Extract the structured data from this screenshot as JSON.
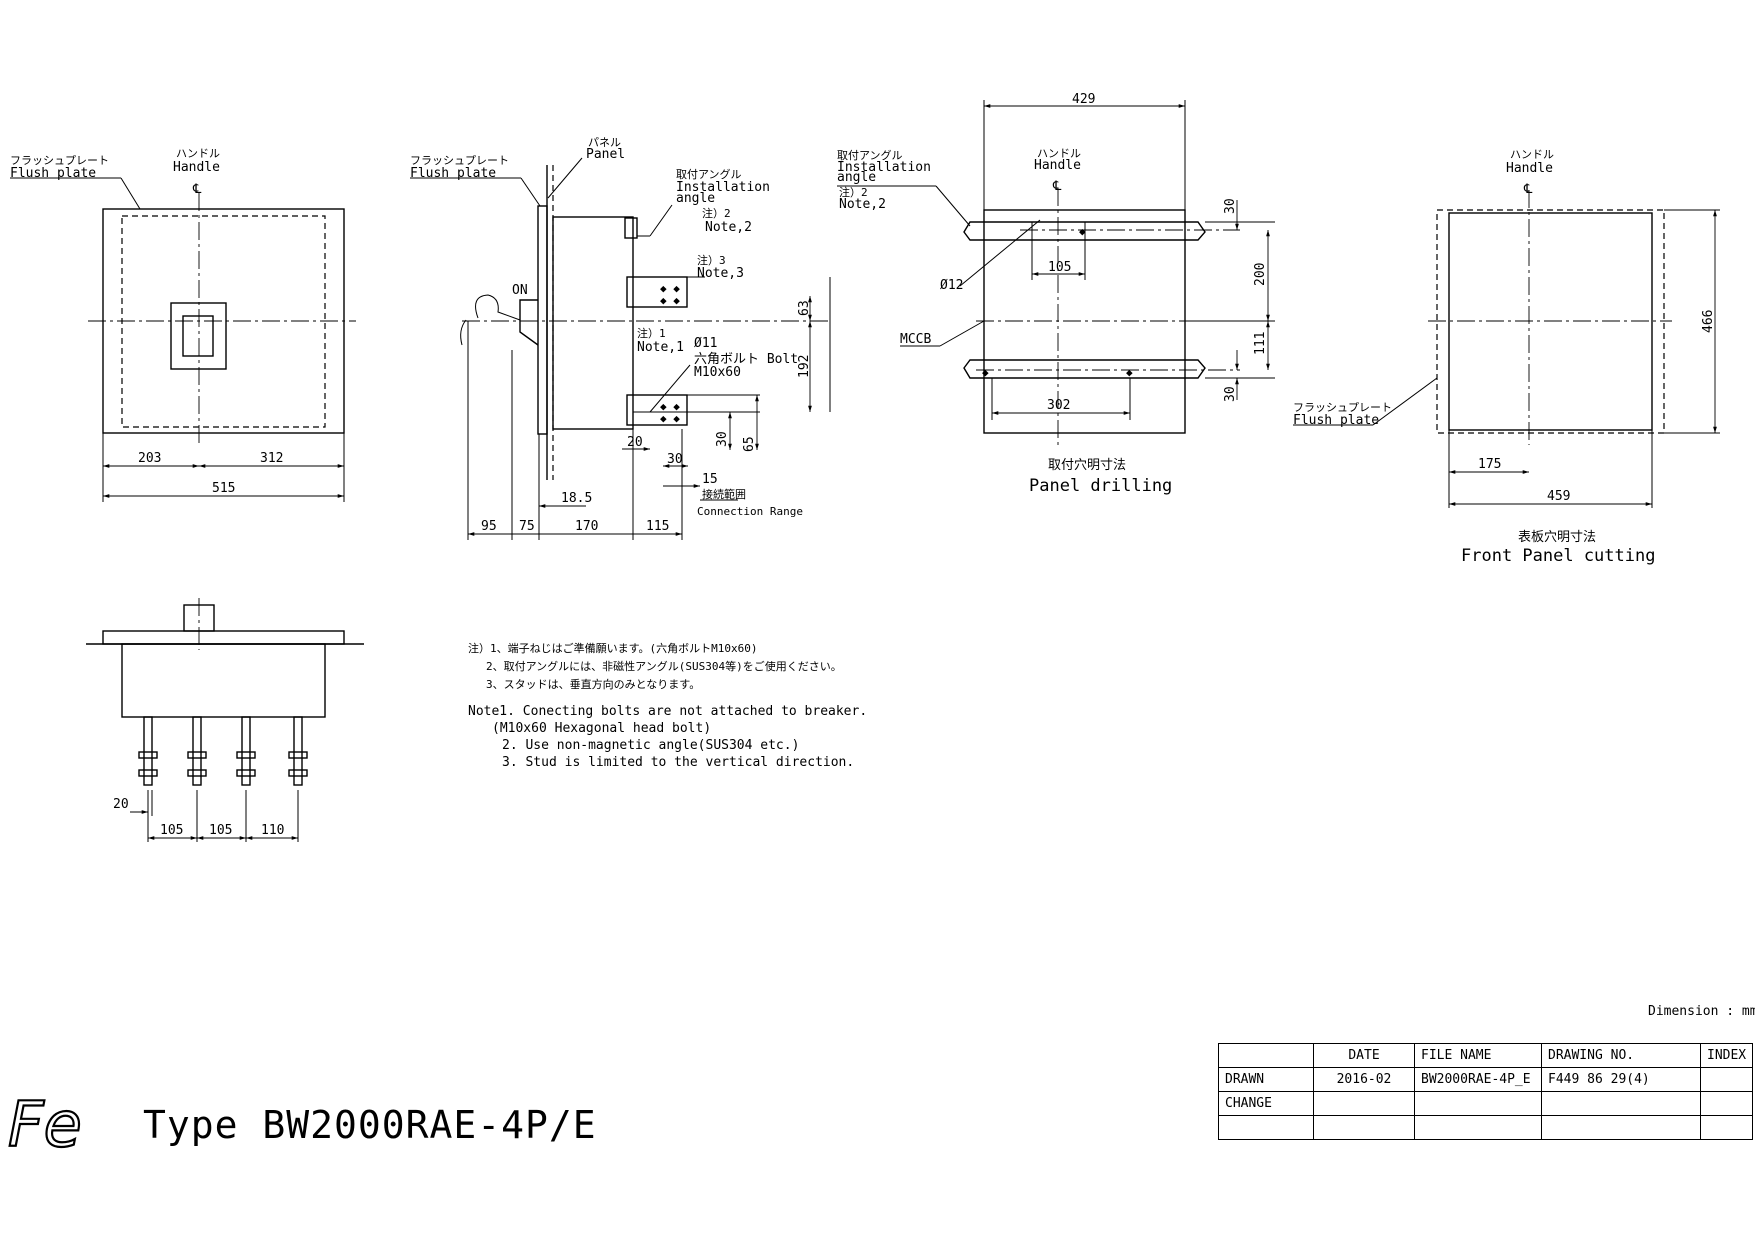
{
  "labels": {
    "flush_plate_ja": "フラッシュプレート",
    "flush_plate": "Flush plate",
    "handle_ja": "ハンドル",
    "handle": "Handle",
    "centerline": "℄",
    "panel_ja": "パネル",
    "panel": "Panel",
    "install_angle_ja": "取付アングル",
    "install_angle_1": "Installation",
    "install_angle_2": "angle",
    "note2_ja": "注）2",
    "note2": "Note,2",
    "note3_ja": "注）3",
    "note3": "Note,3",
    "note1_ja": "注）1",
    "note1": "Note,1",
    "on": "ON",
    "bolt_dia": "Ø11",
    "hex_bolt_ja": "六角ボルト Bolt",
    "hex_bolt_size": "M10x60",
    "connection_range_ja": "接続範囲",
    "connection_range": "Connection Range",
    "hole_dia": "Ø12",
    "mccb": "MCCB",
    "panel_drilling_ja": "取付穴明寸法",
    "panel_drilling": "Panel drilling",
    "front_panel_cutting_ja": "表板穴明寸法",
    "front_panel_cutting": "Front Panel cutting"
  },
  "dimensions": {
    "front": {
      "d203": "203",
      "d312": "312",
      "d515": "515"
    },
    "side": {
      "d63": "63",
      "d192": "192",
      "d20": "20",
      "d30a": "30",
      "d30b": "30",
      "d65": "65",
      "d15": "15",
      "d18_5": "18.5",
      "d95": "95",
      "d75": "75",
      "d170": "170",
      "d115": "115"
    },
    "drilling": {
      "d429": "429",
      "d30top": "30",
      "d105": "105",
      "d200": "200",
      "d111": "111",
      "d30bot": "30",
      "d302": "302"
    },
    "cutting": {
      "d466": "466",
      "d175": "175",
      "d459": "459"
    },
    "bottom": {
      "d20": "20",
      "d105a": "105",
      "d105b": "105",
      "d110": "110"
    }
  },
  "notes": {
    "ja": [
      "注）1、端子ねじはご準備願います。(六角ボルトM10x60)",
      "2、取付アングルには、非磁性アングル(SUS304等)をご使用ください。",
      "3、スタッドは、垂直方向のみとなります。"
    ],
    "en": [
      "Note1. Conecting bolts are not attached to breaker.",
      "(M10x60 Hexagonal head bolt)",
      "2. Use non-magnetic angle(SUS304 etc.)",
      "3. Stud  is  limited  to  the vertical direction."
    ]
  },
  "dimension_unit": "Dimension : mm",
  "logo_text": "Fe",
  "type_label": "Type BW2000RAE-4P/E",
  "title_block": {
    "headers": {
      "date": "DATE",
      "file_name": "FILE NAME",
      "drawing_no": "DRAWING NO.",
      "index": "INDEX"
    },
    "rows": {
      "drawn": {
        "label": "DRAWN",
        "date": "2016-02",
        "file_name": "BW2000RAE-4P_E",
        "drawing_no": "F449 86 29(4)",
        "index": ""
      },
      "change": {
        "label": "CHANGE",
        "date": "",
        "file_name": "",
        "drawing_no": "",
        "index": ""
      },
      "blank": {
        "label": "",
        "date": "",
        "file_name": "",
        "drawing_no": "",
        "index": ""
      }
    }
  }
}
